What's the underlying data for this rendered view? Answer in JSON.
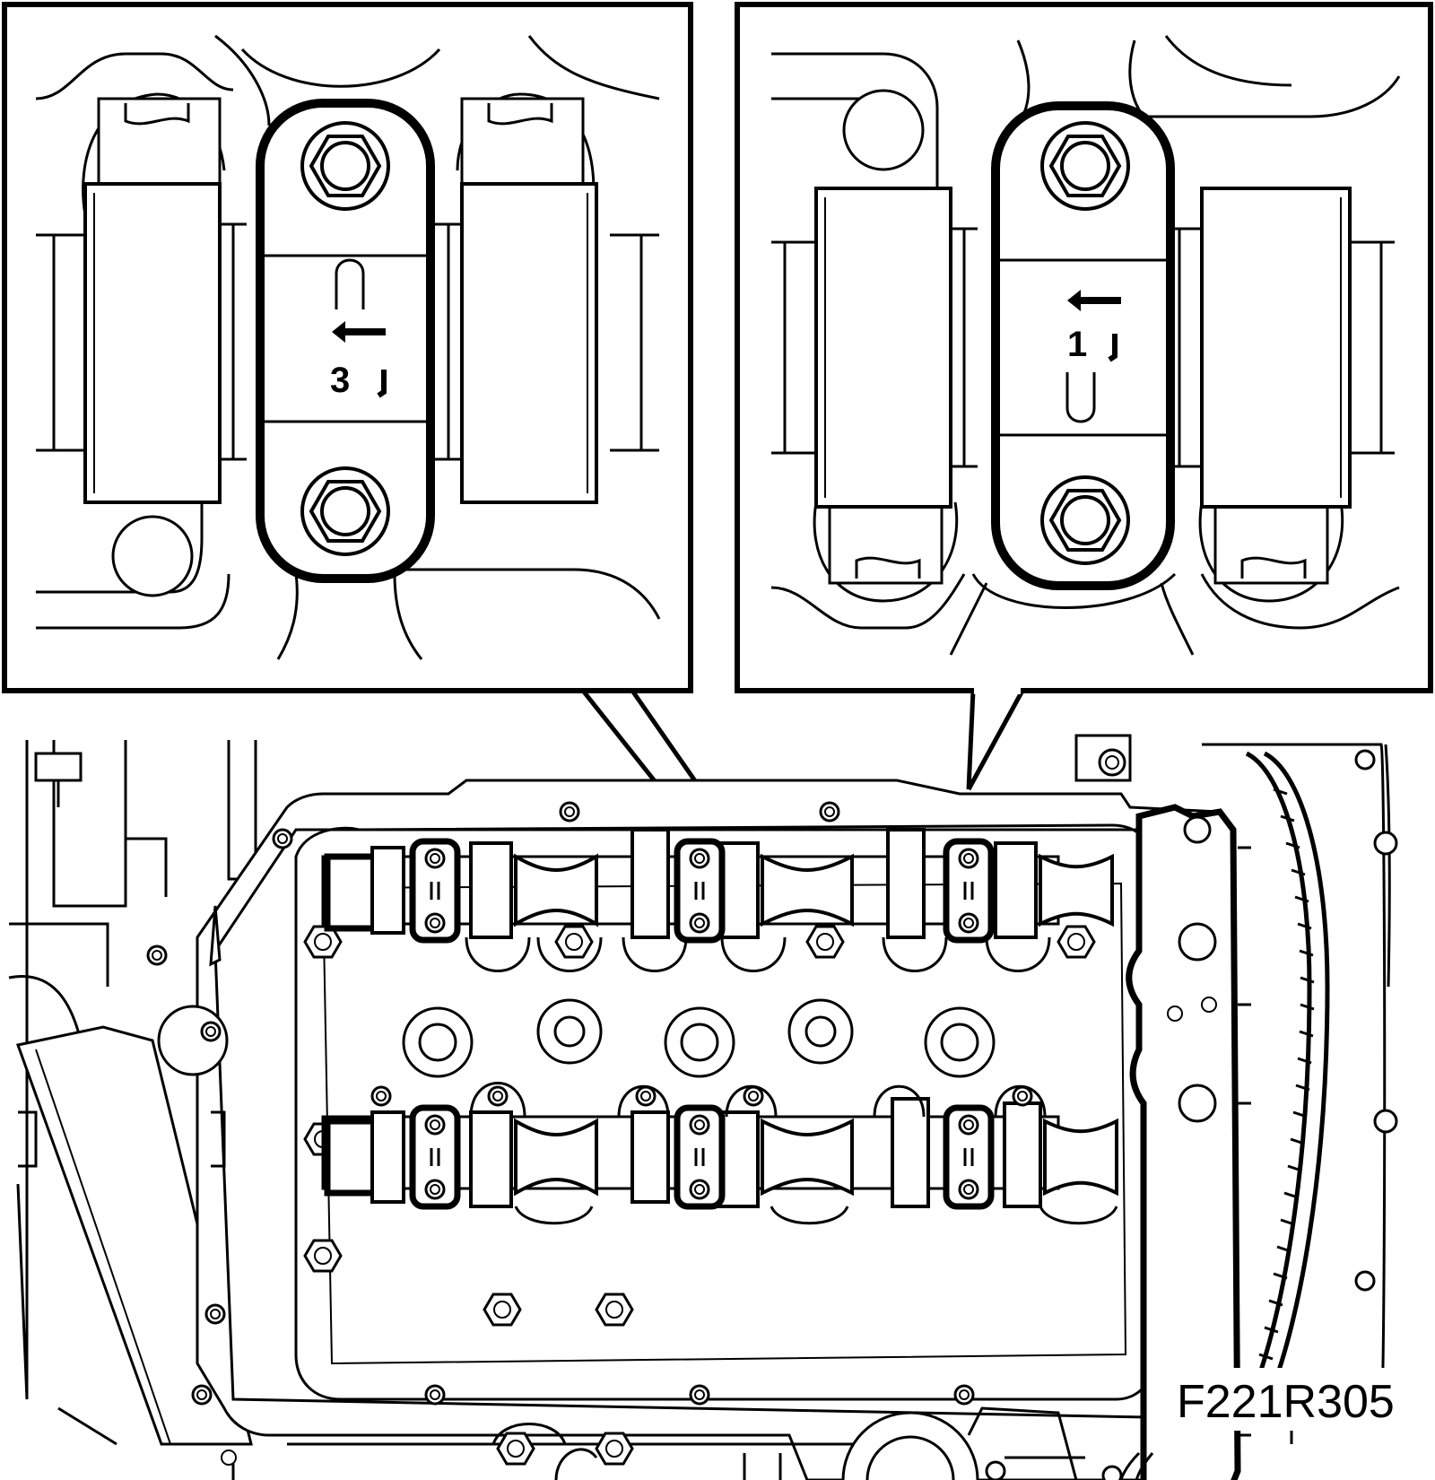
{
  "figure": {
    "code": "F221R305",
    "colors": {
      "line": "#000000",
      "background": "#ffffff"
    }
  },
  "callouts": [
    {
      "id": "left",
      "cap_marking": "3",
      "arrow": "left"
    },
    {
      "id": "right",
      "cap_marking": "1",
      "arrow": "left"
    }
  ]
}
